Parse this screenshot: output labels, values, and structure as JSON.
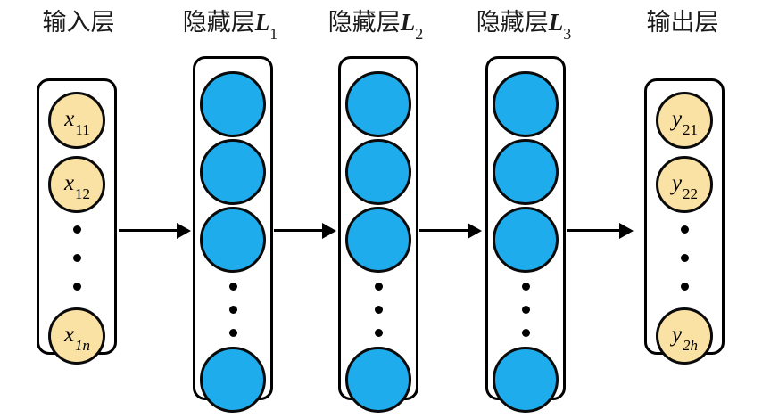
{
  "diagram": {
    "title_row": {
      "input_layer": "输入层",
      "hidden_layer_1_cjk": "隐藏层",
      "hidden_layer_1_sym": "L",
      "hidden_layer_1_sub": "1",
      "hidden_layer_2_cjk": "隐藏层",
      "hidden_layer_2_sym": "L",
      "hidden_layer_2_sub": "2",
      "hidden_layer_3_cjk": "隐藏层",
      "hidden_layer_3_sym": "L",
      "hidden_layer_3_sub": "3",
      "output_layer": "输出层"
    },
    "colors": {
      "io_node_fill": "#fae1a4",
      "hidden_node_fill": "#1eacec",
      "stroke": "#000000",
      "background": "#ffffff"
    },
    "input_nodes": [
      {
        "base": "x",
        "sub": "11",
        "sub_italic": false
      },
      {
        "base": "x",
        "sub": "12",
        "sub_italic": false
      },
      {
        "base": "x",
        "sub": "1n",
        "sub_italic": true
      }
    ],
    "output_nodes": [
      {
        "base": "y",
        "sub": "21",
        "sub_italic": false
      },
      {
        "base": "y",
        "sub": "22",
        "sub_italic": false
      },
      {
        "base": "y",
        "sub": "2h",
        "sub_italic": true
      }
    ],
    "hidden_layers": [
      {
        "name": "L1",
        "node_count_visible": 4,
        "ellipsis_dots": 3
      },
      {
        "name": "L2",
        "node_count_visible": 4,
        "ellipsis_dots": 3
      },
      {
        "name": "L3",
        "node_count_visible": 4,
        "ellipsis_dots": 3
      }
    ],
    "arrows": [
      {
        "from": "input-layer",
        "to": "hidden-layer-1"
      },
      {
        "from": "hidden-layer-1",
        "to": "hidden-layer-2"
      },
      {
        "from": "hidden-layer-2",
        "to": "hidden-layer-3"
      },
      {
        "from": "hidden-layer-3",
        "to": "output-layer"
      }
    ]
  }
}
